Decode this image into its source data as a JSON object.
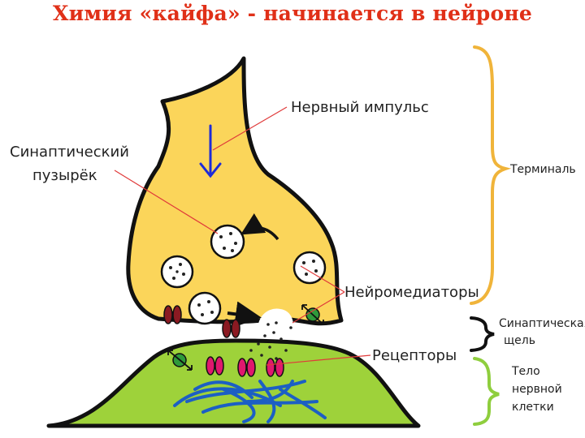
{
  "slide": {
    "title": "Химия «кайфа» - начинается в нейроне"
  },
  "labels": {
    "nerve_impulse": "Нервный импульс",
    "synaptic_vesicle_line1": "Синаптический",
    "synaptic_vesicle_line2": "пузырёк",
    "neurotransmitters": "Нейромедиаторы",
    "receptors": "Рецепторы",
    "terminal": "Терминаль",
    "synaptic_cleft_line1": "Синаптическая",
    "synaptic_cleft_line2": "щель",
    "cell_body_line1": "Тело",
    "cell_body_line2": "нервной",
    "cell_body_line3": "клетки"
  },
  "colors": {
    "title": "#e03018",
    "terminal_fill": "#fbd55a",
    "postsynaptic_fill": "#9ed23a",
    "terminal_brace": "#f0b43a",
    "cleft_brace": "#111111",
    "cell_brace": "#8fce3e",
    "impulse_arrow": "#1d2bd8",
    "receptor_pink": "#e0186e",
    "receptor_dark_red": "#8b1a22",
    "transporter_green": "#2f9a3a",
    "fibers": "#1c5fc4",
    "pointer_lines": "#e03a3a"
  }
}
